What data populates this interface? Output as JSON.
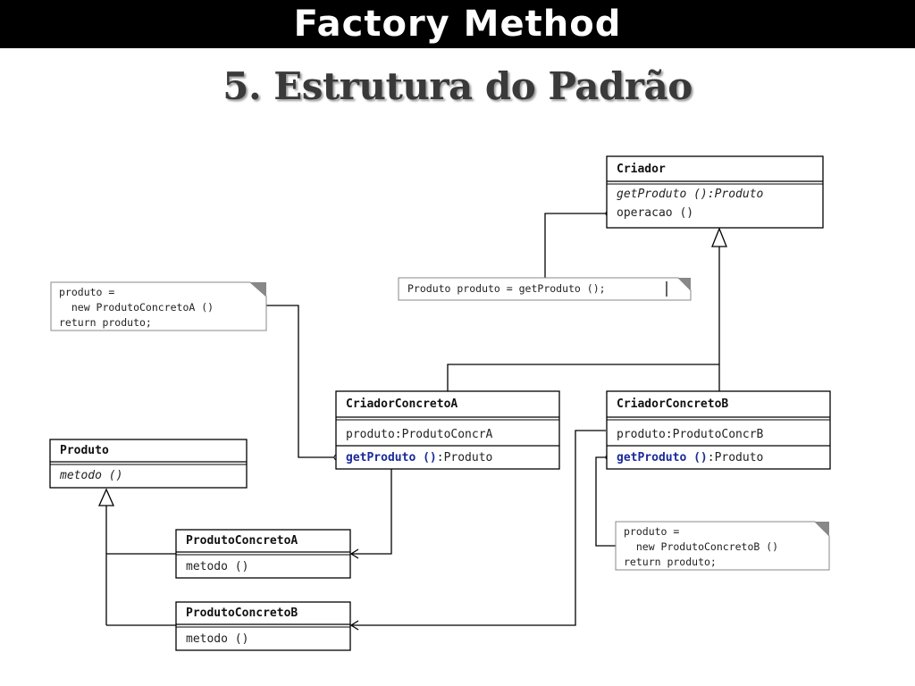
{
  "header": {
    "title": "Factory Method",
    "subtitle": "5. Estrutura do Padrão"
  },
  "classes": {
    "criador": {
      "name": "Criador",
      "operations": [
        "getProduto ():Produto",
        "operacao ()"
      ]
    },
    "criador_concreto_a": {
      "name": "CriadorConcretoA",
      "attribute": "produto:ProdutoConcrA",
      "operation_name": "getProduto ()",
      "operation_return": ":Produto"
    },
    "criador_concreto_b": {
      "name": "CriadorConcretoB",
      "attribute": "produto:ProdutoConcrB",
      "operation_name": "getProduto ()",
      "operation_return": ":Produto"
    },
    "produto": {
      "name": "Produto",
      "operation": "metodo ()"
    },
    "produto_concreto_a": {
      "name": "ProdutoConcretoA",
      "operation": "metodo ()"
    },
    "produto_concreto_b": {
      "name": "ProdutoConcretoB",
      "operation": "metodo ()"
    }
  },
  "notes": {
    "criador_note": [
      "Produto produto = getProduto ();"
    ],
    "concreto_a_note": [
      "produto =",
      "  new ProdutoConcretoA ()",
      "return produto;"
    ],
    "concreto_b_note": [
      "produto =",
      "  new ProdutoConcretoB ()",
      "return produto;"
    ]
  },
  "colors": {
    "header_bg": "#000000",
    "header_text": "#ffffff",
    "operation_highlight": "#1a2a9a",
    "note_corner": "#888888"
  }
}
